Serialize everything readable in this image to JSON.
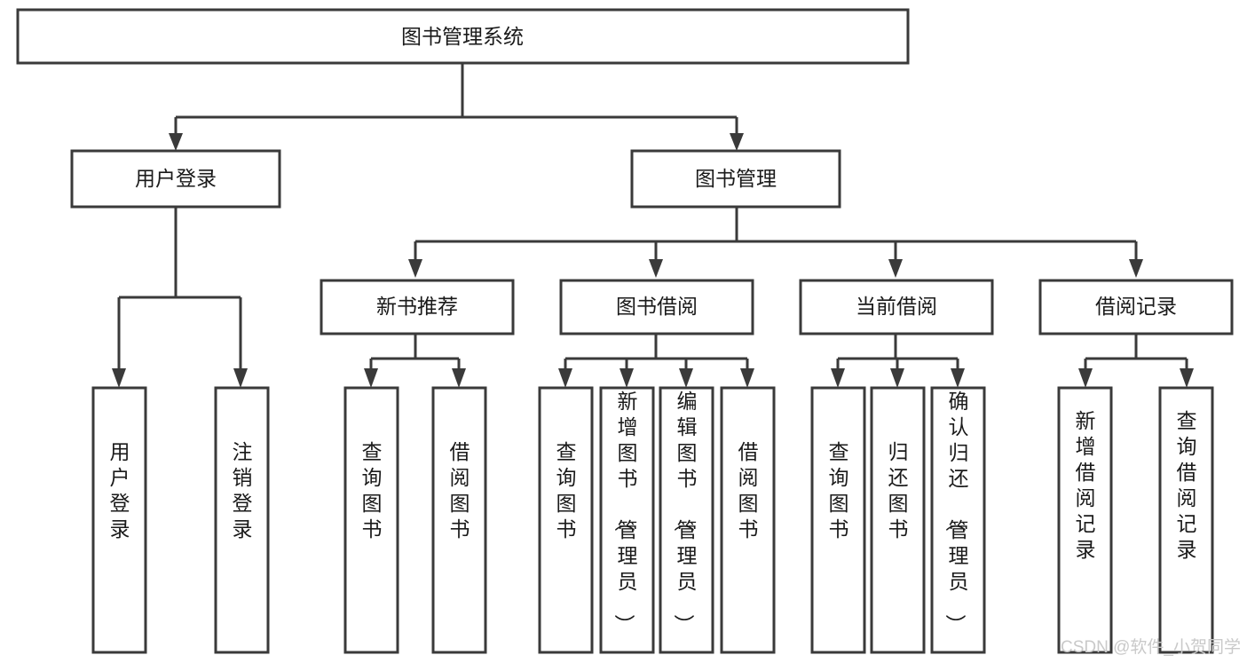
{
  "diagram": {
    "title": "图书管理系统",
    "type": "tree-hierarchy",
    "orientation": "top-down",
    "nodes": {
      "root": {
        "label": "图书管理系统"
      },
      "level2": [
        {
          "id": "user-login",
          "label": "用户登录"
        },
        {
          "id": "book-manage",
          "label": "图书管理"
        }
      ],
      "level3": [
        {
          "id": "new-book-recommend",
          "label": "新书推荐"
        },
        {
          "id": "book-borrow",
          "label": "图书借阅"
        },
        {
          "id": "current-borrow",
          "label": "当前借阅"
        },
        {
          "id": "borrow-record",
          "label": "借阅记录"
        }
      ],
      "leaves_user_login": [
        {
          "id": "leaf-user-login",
          "label": "用户登录"
        },
        {
          "id": "leaf-user-logout",
          "label": "注销登录"
        }
      ],
      "leaves_new_book_recommend": [
        {
          "id": "leaf-query-book-1",
          "label": "查询图书"
        },
        {
          "id": "leaf-borrow-book-1",
          "label": "借阅图书"
        }
      ],
      "leaves_book_borrow": [
        {
          "id": "leaf-query-book-2",
          "label": "查询图书"
        },
        {
          "id": "leaf-add-book",
          "label": "新增图书（管理员）"
        },
        {
          "id": "leaf-edit-book",
          "label": "编辑图书（管理员）"
        },
        {
          "id": "leaf-borrow-book-2",
          "label": "借阅图书"
        }
      ],
      "leaves_current_borrow": [
        {
          "id": "leaf-query-book-3",
          "label": "查询图书"
        },
        {
          "id": "leaf-return-book",
          "label": "归还图书"
        },
        {
          "id": "leaf-confirm-return",
          "label": "确认归还（管理员）"
        }
      ],
      "leaves_borrow_record": [
        {
          "id": "leaf-add-borrow-record",
          "label": "新增借阅记录"
        },
        {
          "id": "leaf-query-borrow-record",
          "label": "查询借阅记录"
        }
      ]
    },
    "watermark": "CSDN @软件_小贺同学",
    "colors": {
      "stroke": "#3a3a3a",
      "fill": "#ffffff",
      "text": "#1a1a1a",
      "watermark": "#c9c9c9"
    }
  }
}
